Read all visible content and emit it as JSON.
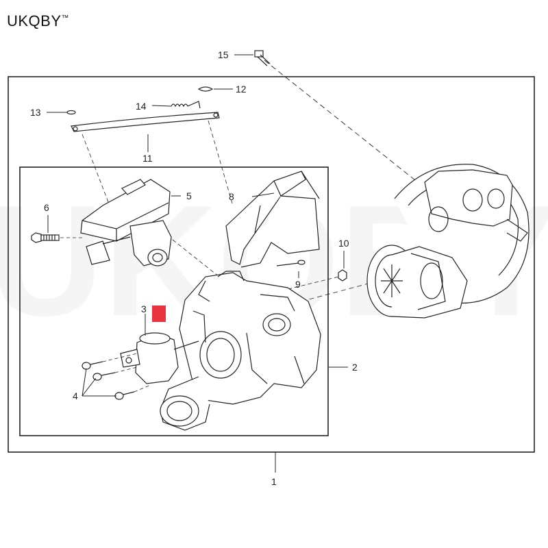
{
  "brand": {
    "name": "UKQBY",
    "trademark": "™"
  },
  "watermark": "UKQBY",
  "callouts": {
    "c1": "1",
    "c2": "2",
    "c3": "3",
    "c4": "4",
    "c5": "5",
    "c6": "6",
    "c8": "8",
    "c9": "9",
    "c10": "10",
    "c11": "11",
    "c12": "12",
    "c13": "13",
    "c14": "14",
    "c15": "15"
  },
  "highlight_color": "#e8343f",
  "parts": [
    {
      "ref": "1",
      "icon": "turbocharger-assembly-icon"
    },
    {
      "ref": "2",
      "icon": "turbine-housing-icon"
    },
    {
      "ref": "3",
      "icon": "wastegate-actuator-icon"
    },
    {
      "ref": "4",
      "icon": "bolt-icon"
    },
    {
      "ref": "5",
      "icon": "electric-actuator-icon"
    },
    {
      "ref": "6",
      "icon": "bolt-icon"
    },
    {
      "ref": "8",
      "icon": "heat-shield-icon"
    },
    {
      "ref": "9",
      "icon": "bolt-icon"
    },
    {
      "ref": "10",
      "icon": "nut-icon"
    },
    {
      "ref": "11",
      "icon": "linkage-rod-icon"
    },
    {
      "ref": "12",
      "icon": "clip-icon"
    },
    {
      "ref": "13",
      "icon": "clip-icon"
    },
    {
      "ref": "14",
      "icon": "spring-icon"
    },
    {
      "ref": "15",
      "icon": "bolt-icon"
    }
  ]
}
